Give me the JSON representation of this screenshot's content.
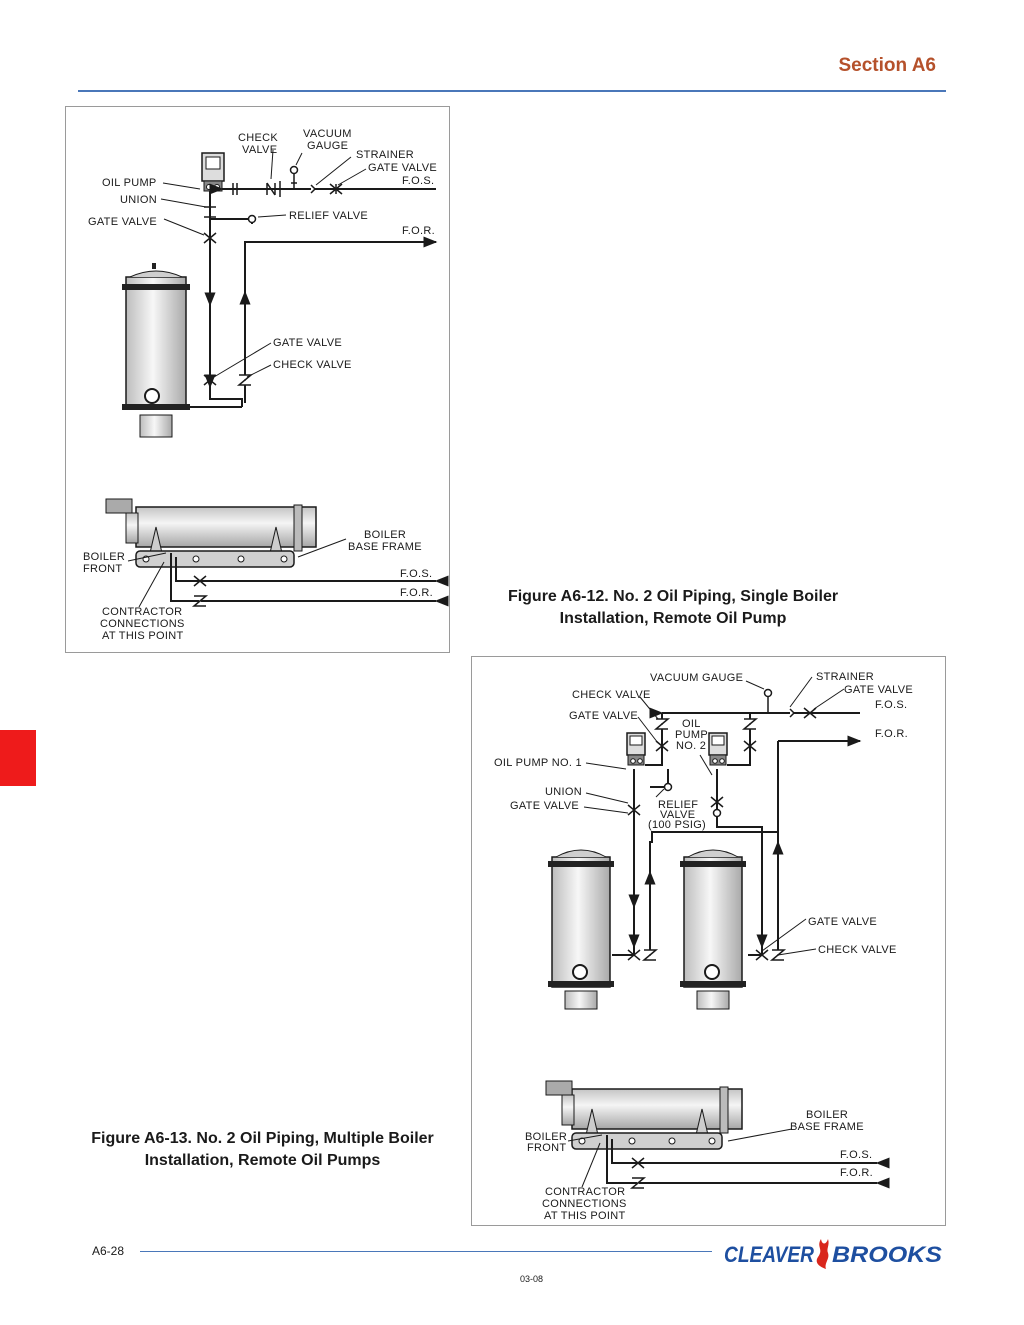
{
  "header": {
    "section": "Section A6"
  },
  "figure1": {
    "caption": [
      "Figure A6-12. No. 2 Oil Piping, Single Boiler",
      "Installation, Remote Oil Pump"
    ],
    "labels": {
      "check_valve": [
        "CHECK",
        "VALVE"
      ],
      "vacuum_gauge": [
        "VACUUM",
        "GAUGE"
      ],
      "strainer": "STRAINER",
      "gate_valve_top": "GATE VALVE",
      "fos": "F.O.S.",
      "oil_pump": "OIL PUMP",
      "union": "UNION",
      "gate_valve_left": "GATE VALVE",
      "relief_valve": "RELIEF VALVE",
      "for": "F.O.R.",
      "gate_valve_mid": "GATE VALVE",
      "check_valve_mid": "CHECK VALVE",
      "boiler_base_frame": [
        "BOILER",
        "BASE FRAME"
      ],
      "boiler_front": [
        "BOILER",
        "FRONT"
      ],
      "fos_bottom": "F.O.S.",
      "for_bottom": "F.O.R.",
      "contractor": [
        "CONTRACTOR",
        "CONNECTIONS",
        "AT THIS POINT"
      ]
    }
  },
  "figure2": {
    "caption": [
      "Figure A6-13. No. 2 Oil Piping, Multiple Boiler",
      "Installation, Remote Oil Pumps"
    ],
    "labels": {
      "vacuum_gauge": "VACUUM GAUGE",
      "strainer": "STRAINER",
      "gate_valve_top": "GATE VALVE",
      "check_valve": "CHECK VALVE",
      "fos": "F.O.S.",
      "gate_valve_left": "GATE VALVE",
      "oil_pump_no2": [
        "OIL",
        "PUMP",
        "NO. 2"
      ],
      "for": "F.O.R.",
      "oil_pump_no1": "OIL PUMP NO. 1",
      "union": "UNION",
      "gate_valve_union": "GATE VALVE",
      "relief_valve": [
        "RELIEF",
        "VALVE",
        "(100 PSIG)"
      ],
      "gate_valve_mid": "GATE VALVE",
      "check_valve_mid": "CHECK VALVE",
      "boiler_base_frame": [
        "BOILER",
        "BASE FRAME"
      ],
      "boiler_front": [
        "BOILER",
        "FRONT"
      ],
      "fos_bottom": "F.O.S.",
      "for_bottom": "F.O.R.",
      "contractor": [
        "CONTRACTOR",
        "CONNECTIONS",
        "AT THIS POINT"
      ]
    }
  },
  "footer": {
    "page": "A6-28",
    "date": "03-08",
    "logo": "CLEAVER BROOKS"
  },
  "colors": {
    "accent_rule": "#4a77b9",
    "section_title": "#b5512b",
    "red_tab": "#ee1b1b",
    "logo_blue": "#1e4fa0",
    "logo_flame": "#d9261c"
  }
}
